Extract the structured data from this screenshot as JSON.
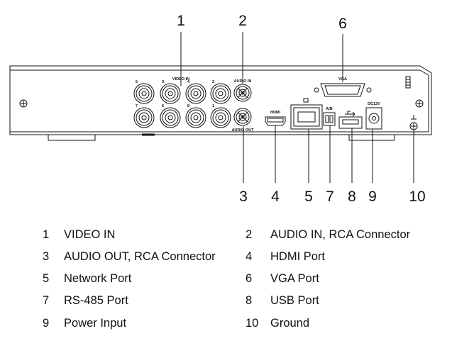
{
  "callouts": {
    "c1": "1",
    "c2": "2",
    "c3": "3",
    "c4": "4",
    "c5": "5",
    "c6": "6",
    "c7": "7",
    "c8": "8",
    "c9": "9",
    "c10": "10"
  },
  "panel_labels": {
    "video_in": "VIDEO IN",
    "audio_in": "AUDIO IN",
    "audio_out": "AUDIO OUT",
    "hdmi": "HDMI",
    "vga": "VGA",
    "rs485": "A/B",
    "power": "DC12V",
    "bnc_top": [
      "5",
      "3",
      "4",
      "2"
    ],
    "bnc_bottom": [
      "7",
      "6",
      "8",
      "1"
    ]
  },
  "legend": [
    {
      "num": "1",
      "label": "VIDEO IN"
    },
    {
      "num": "2",
      "label": "AUDIO IN, RCA Connector"
    },
    {
      "num": "3",
      "label": "AUDIO OUT, RCA Connector"
    },
    {
      "num": "4",
      "label": "HDMI Port"
    },
    {
      "num": "5",
      "label": "Network Port"
    },
    {
      "num": "6",
      "label": "VGA Port"
    },
    {
      "num": "7",
      "label": "RS-485 Port"
    },
    {
      "num": "8",
      "label": "USB Port"
    },
    {
      "num": "9",
      "label": "Power Input"
    },
    {
      "num": "10",
      "label": "Ground"
    }
  ],
  "colors": {
    "line": "#111111",
    "background": "#ffffff"
  }
}
